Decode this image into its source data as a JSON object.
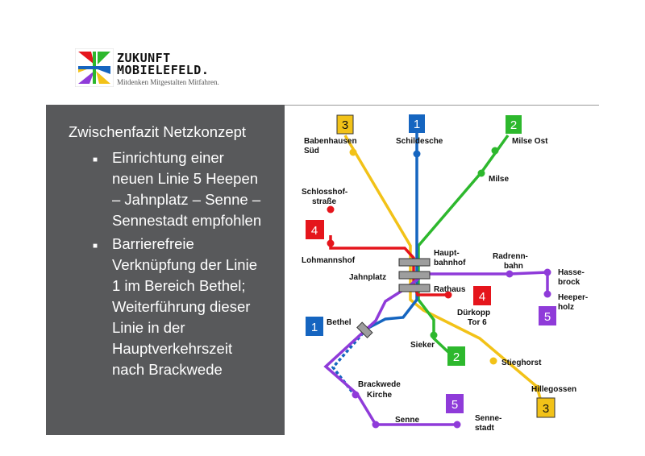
{
  "logo": {
    "line1": "ZUKUNFT",
    "line2": "MOBIELEFELD.",
    "tagline": "Mitdenken Mitgestalten Mitfahren."
  },
  "panel": {
    "title": "Zwischenfazit Netzkonzept",
    "bullets": [
      {
        "lines": [
          "Einrichtung einer",
          "neuen Linie 5 Heepen",
          "– Jahnplatz – Senne –",
          "Sennestadt empfohlen"
        ]
      },
      {
        "lines": [
          "Barrierefreie",
          "Verknüpfung der Linie",
          "1 im Bereich Bethel;",
          "Weiterführung dieser",
          "Linie in der",
          "Hauptverkehrszeit",
          "nach Brackwede"
        ]
      }
    ]
  },
  "map": {
    "line_colors": {
      "1": "#1565c0",
      "2": "#2db82d",
      "3": "#f2c218",
      "4": "#e5151c",
      "5": "#8f3bd9"
    },
    "badges": {
      "1": "1",
      "2": "2",
      "3": "3",
      "4": "4",
      "5": "5"
    },
    "stations": {
      "babenhausen_1": "Babenhausen",
      "babenhausen_2": "Süd",
      "schildesche": "Schildesche",
      "milse_ost": "Milse Ost",
      "milse": "Milse",
      "schlosshof_1": "Schlosshof-",
      "schlosshof_2": "straße",
      "lohmannshof": "Lohmannshof",
      "hbf_1": "Haupt-",
      "hbf_2": "bahnhof",
      "radrenn_1": "Radrenn-",
      "radrenn_2": "bahn",
      "hassebrock_1": "Hasse-",
      "hassebrock_2": "brock",
      "heeperholz_1": "Heeper-",
      "heeperholz_2": "holz",
      "jahnplatz": "Jahnplatz",
      "rathaus": "Rathaus",
      "duerkopp_1": "Dürkopp",
      "duerkopp_2": "Tor 6",
      "bethel": "Bethel",
      "sieker": "Sieker",
      "stieghorst": "Stieghorst",
      "hillegossen": "Hillegossen",
      "brackwede_1": "Brackwede",
      "brackwede_2": "Kirche",
      "senne": "Senne",
      "sennestadt_1": "Senne-",
      "sennestadt_2": "stadt"
    }
  }
}
